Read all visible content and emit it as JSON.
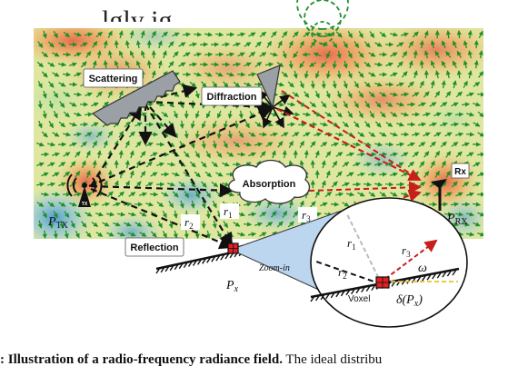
{
  "heading_fragment": "lgly ig",
  "labels": {
    "scattering": "Scattering",
    "diffraction": "Diffraction",
    "absorption": "Absorption",
    "reflection": "Reflection",
    "rx": "Rx",
    "tx": "TX",
    "zoom_in": "Zoom-in",
    "voxel": "Voxel"
  },
  "math": {
    "p_tx_main": "P",
    "p_tx_sub": "TX",
    "p_rx_main": "P",
    "p_rx_sub": "RX",
    "p_x_main": "P",
    "p_x_sub": "x",
    "r1": "r",
    "r1_sub": "1",
    "r2": "r",
    "r2_sub": "2",
    "r3": "r",
    "r3_sub": "3",
    "omega": "ω",
    "delta": "δ(P",
    "delta_sub": "x",
    "delta_close": ")"
  },
  "caption": {
    "bold": ": Illustration of a radio-frequency radiance field.",
    "rest": " The ideal distribu"
  },
  "colors": {
    "field_low": "#5aa6d8",
    "field_mid": "#d6e7a0",
    "field_high": "#e87c5a",
    "arrow_green": "#1f8f2a",
    "ray_black": "#111111",
    "ray_red": "#c81e1e",
    "voxel_red": "#e02020",
    "zoom_fill": "#bcd6f0"
  }
}
